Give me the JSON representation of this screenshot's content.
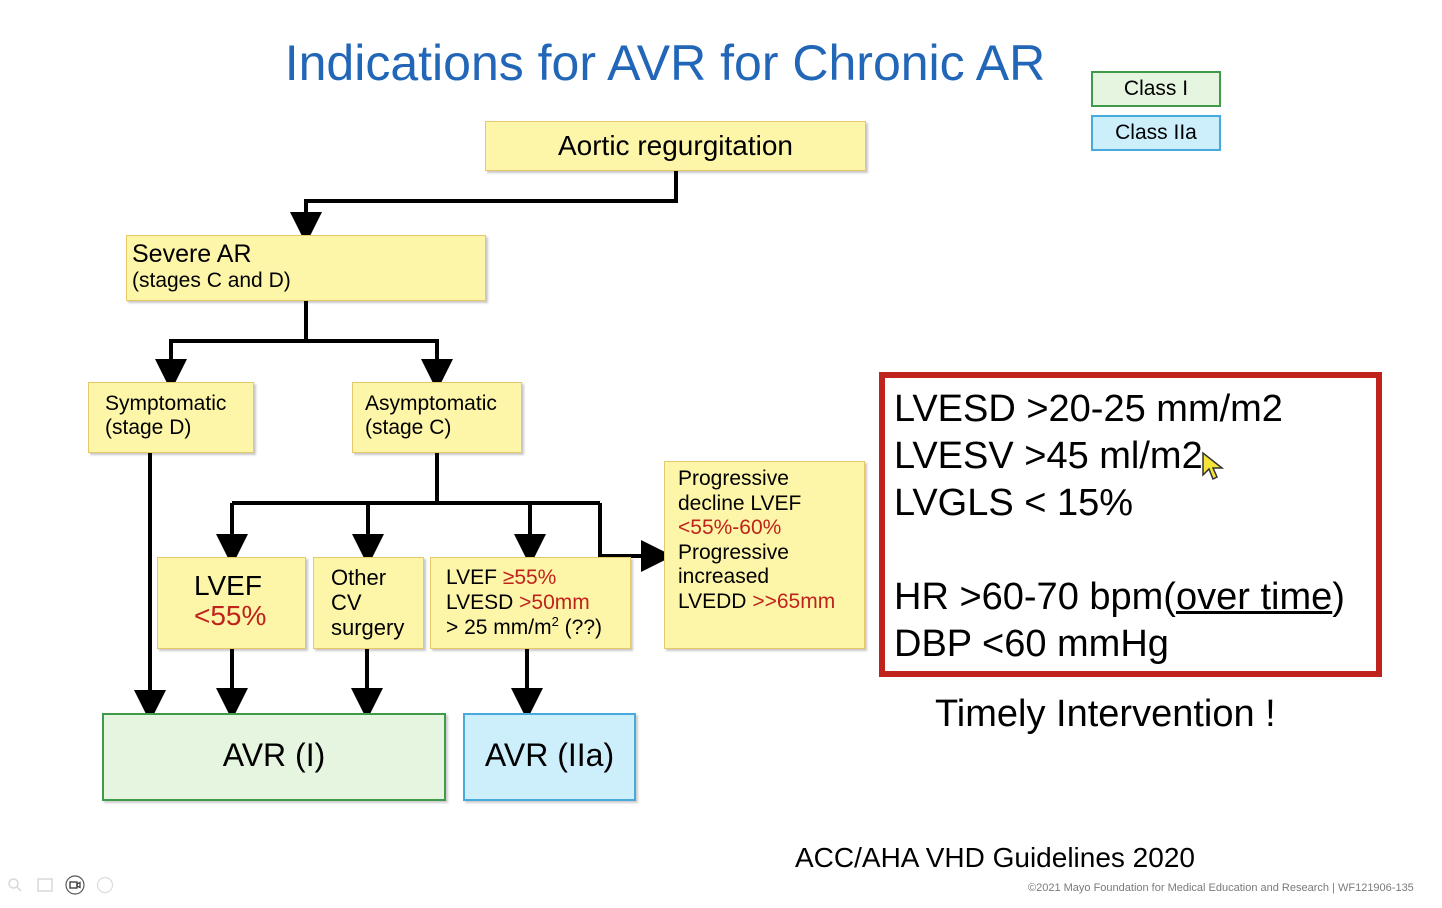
{
  "title": "Indications for AVR for Chronic AR",
  "legend": {
    "class_i": "Class I",
    "class_iia": "Class IIa"
  },
  "nodes": {
    "aortic_regurgitation": "Aortic regurgitation",
    "severe_ar": {
      "line1": "Severe AR",
      "line2": "(stages C and D)"
    },
    "symptomatic": {
      "line1": "Symptomatic",
      "line2": "(stage D)"
    },
    "asymptomatic": {
      "line1": "Asymptomatic",
      "line2": "(stage C)"
    },
    "lvef_low": {
      "line1": "LVEF",
      "line2": "<55%"
    },
    "other_cv": {
      "line1": "Other",
      "line2": "CV",
      "line3": "surgery"
    },
    "lvesd": {
      "l1_label": "LVEF ",
      "l1_value": "≥55%",
      "l2_label": "LVESD ",
      "l2_value": ">50mm",
      "l3_a": "> 25 mm/m",
      "l3_sup": "2",
      "l3_b": " (??)"
    },
    "progressive": {
      "l1": "Progressive",
      "l2": "decline LVEF",
      "l3": "<55%-60%",
      "l4": "Progressive",
      "l5": "increased",
      "l6_label": "LVEDD ",
      "l6_value": ">>65mm"
    },
    "avr_i": "AVR (I)",
    "avr_iia": "AVR (IIa)"
  },
  "criteria": {
    "l1": "LVESD >20-25 mm/m2",
    "l2": "LVESV >45 ml/m2",
    "l3": "LVGLS < 15%",
    "l4_a": "HR >60-70 bpm(",
    "l4_u": "over time",
    "l4_b": ")",
    "l5": "DBP <60 mmHg"
  },
  "timely": "Timely Intervention !",
  "source": "ACC/AHA VHD Guidelines 2020",
  "copyright": "©2021 Mayo Foundation for Medical Education and Research  |  WF121906-135",
  "colors": {
    "title": "#2266b8",
    "node_fill": "#fdf6a8",
    "class_i_fill": "#e6f5e0",
    "class_i_border": "#3f9a4a",
    "class_iia_fill": "#cdeefb",
    "class_iia_border": "#48a9dc",
    "emphasis_red": "#c0231c"
  },
  "toolbar_icons": [
    "search-icon",
    "image-icon",
    "video-camera-icon",
    "more-icon"
  ]
}
